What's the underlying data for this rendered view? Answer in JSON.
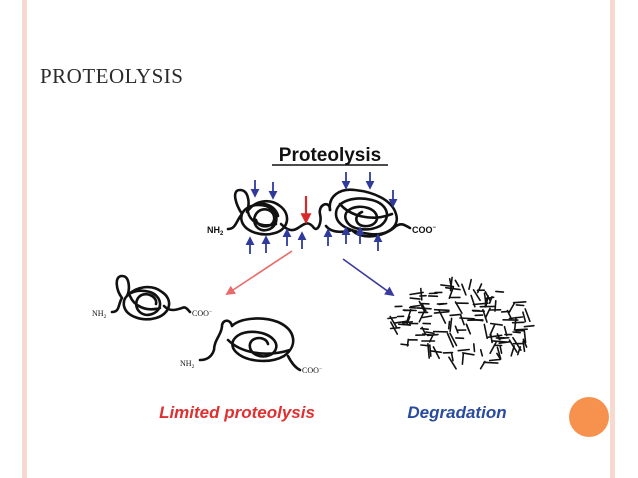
{
  "slide": {
    "title": "PROTEOLYSIS"
  },
  "diagram": {
    "heading": "Proteolysis",
    "protein_top": {
      "n_terminus": "NH",
      "n_sub": "2",
      "c_terminus": "COO",
      "c_sup": "−"
    },
    "product_left": {
      "n_terminus": "NH",
      "n_sub": "2",
      "c_terminus": "COO",
      "c_sup": "−"
    },
    "product_right": {
      "n_terminus": "NH",
      "n_sub": "2",
      "c_terminus": "COO",
      "c_sup": "−"
    },
    "label_limited": "Limited proteolysis",
    "label_degradation": "Degradation",
    "colors": {
      "limited_arrow": "#e86a6a",
      "cleavage_arrow": "#d62a2a",
      "degradation_arrow": "#3b3b9e",
      "protease_arrows": "#2f3a9a",
      "label_limited": "#e03030",
      "label_degradation": "#2a4aa0"
    }
  }
}
